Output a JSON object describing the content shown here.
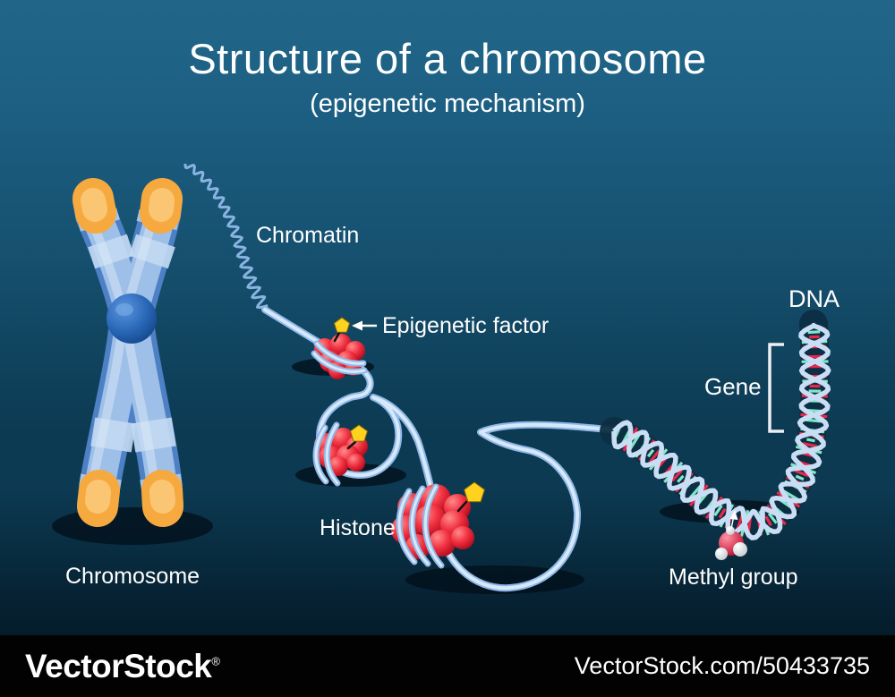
{
  "title": {
    "main": "Structure of a chromosome",
    "subtitle": "(epigenetic mechanism)"
  },
  "labels": {
    "chromatin": "Chromatin",
    "epigenetic_factor": "Epigenetic factor",
    "histone": "Histone",
    "chromosome": "Chromosome",
    "dna": "DNA",
    "gene": "Gene",
    "methyl_group": "Methyl group"
  },
  "watermark": {
    "brand": "VectorStock",
    "registered": "®",
    "id_url": "VectorStock.com/50433735"
  },
  "shapes": {
    "epigenetic_factor_marker": "yellow-pentagon",
    "histone_complex": "red-sphere-cluster",
    "chromatin_fiber": "wavy-coiled-line",
    "dna_double_helix": "twisted-ladder",
    "methyl_group_molecule": "red-and-white-spheres",
    "chromosome_body": "x-shape-with-orange-telomeres",
    "gene_region": "square-bracket"
  },
  "colors": {
    "bg_top": "#216689",
    "bg_mid": "#0c3a52",
    "bg_bottom": "#03121c",
    "text": "#ffffff",
    "bar_bg": "#020202",
    "chromosome_blue": "#4d80c4",
    "chromosome_light": "#9dbfe8",
    "chromosome_band": "#c3d9f2",
    "telomere_orange": "#f6a93f",
    "centromere_blue": "#2a68b8",
    "histone_red": "#e8252f",
    "factor_yellow": "#ffd21f",
    "strand_blue": "#8fb8e8",
    "strand_light": "#d7e8fa",
    "helix_backbone": "#c9def5",
    "helix_dark": "#0d2e43",
    "rung_red": "#e8274b",
    "rung_teal": "#7fe8c9",
    "molecule_red": "#d41f3e",
    "molecule_white": "#f2f4f5",
    "shadow": "#02101b"
  }
}
